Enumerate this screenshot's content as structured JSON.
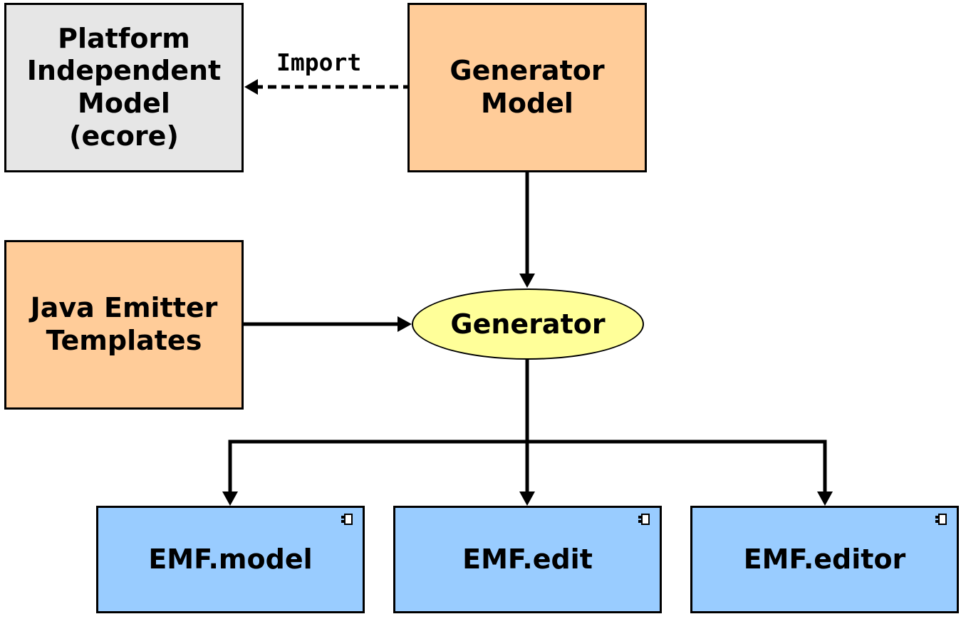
{
  "colors": {
    "pim_fill": "#e6e6e6",
    "orange_fill": "#ffcc99",
    "generator_fill": "#ffff99",
    "component_fill": "#99ccff",
    "stroke": "#000000"
  },
  "nodes": {
    "pim": {
      "lines": [
        "Platform",
        "Independent",
        "Model",
        "(ecore)"
      ]
    },
    "generator_model": {
      "lines": [
        "Generator",
        "Model"
      ]
    },
    "jet": {
      "lines": [
        "Java Emitter",
        "Templates"
      ]
    },
    "generator": {
      "label": "Generator"
    },
    "emf_model": {
      "label": "EMF.model",
      "icon": "component-icon"
    },
    "emf_edit": {
      "label": "EMF.edit",
      "icon": "component-icon"
    },
    "emf_editor": {
      "label": "EMF.editor",
      "icon": "component-icon"
    }
  },
  "edges": {
    "import": {
      "label": "Import",
      "from": "generator_model",
      "to": "pim",
      "style": "dashed"
    },
    "model_to_generator": {
      "from": "generator_model",
      "to": "generator",
      "style": "solid"
    },
    "jet_to_generator": {
      "from": "jet",
      "to": "generator",
      "style": "solid"
    },
    "generator_to_components": {
      "from": "generator",
      "to": [
        "emf_model",
        "emf_edit",
        "emf_editor"
      ],
      "style": "solid"
    }
  }
}
